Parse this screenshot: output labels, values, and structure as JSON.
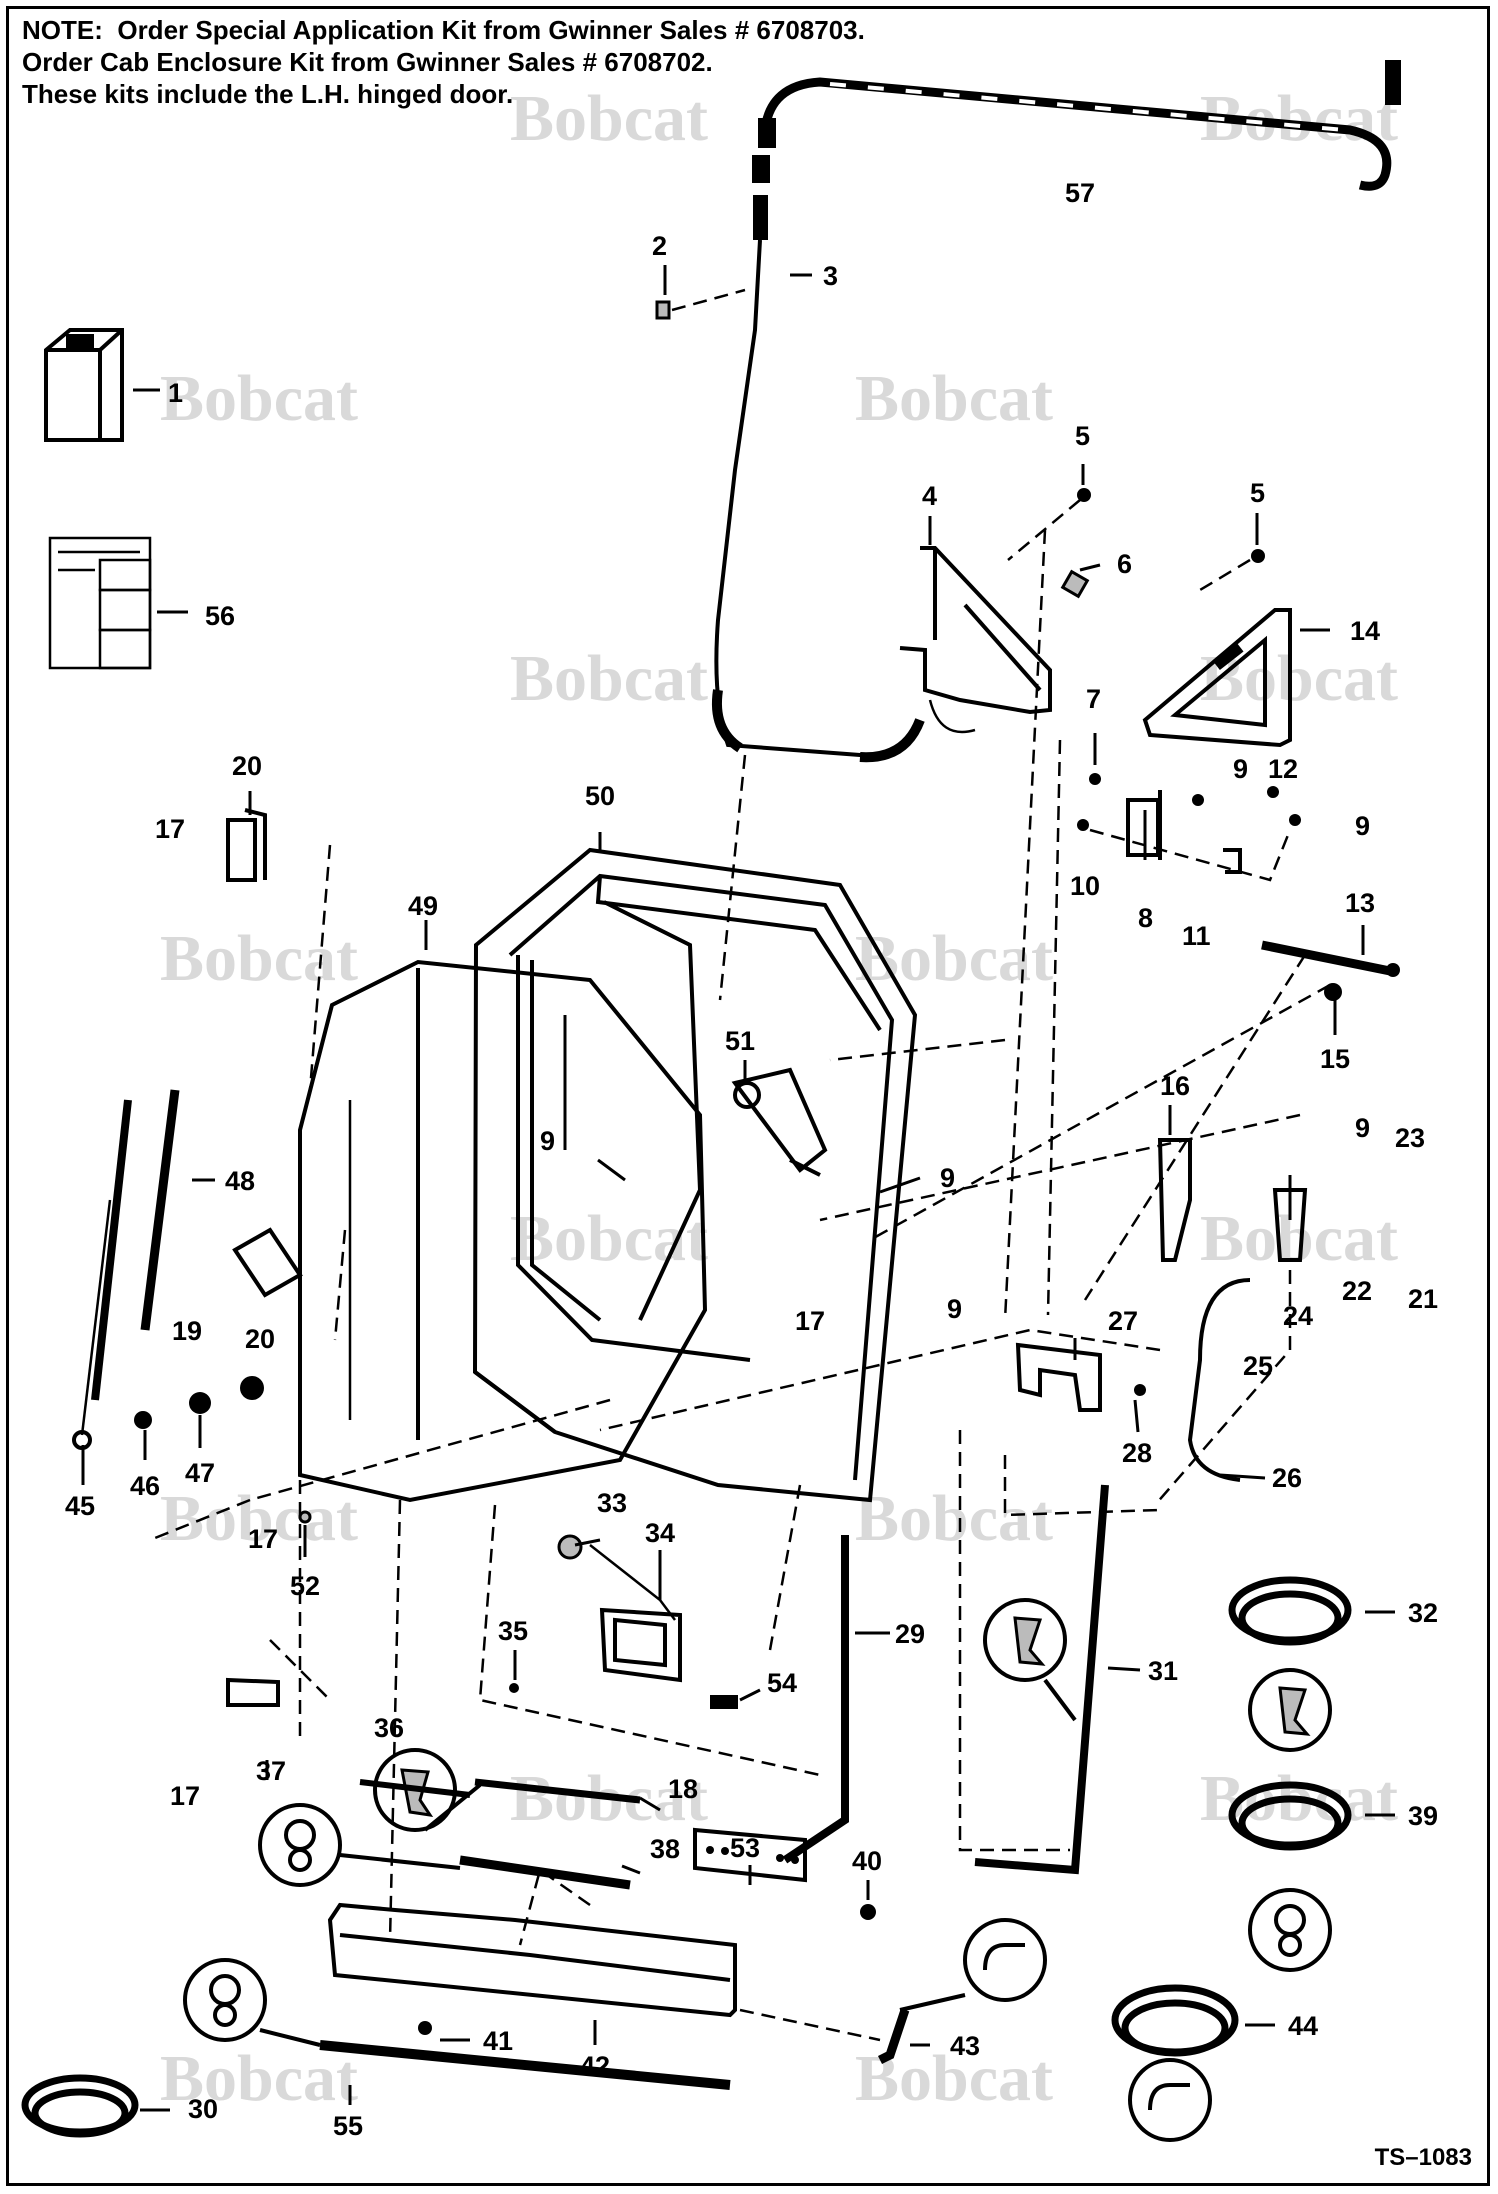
{
  "note": {
    "label": "NOTE:",
    "lines": [
      "Order Special Application Kit from Gwinner Sales # 6708703.",
      "Order Cab Enclosure Kit from Gwinner Sales # 6708702.",
      "These kits include the L.H. hinged door."
    ]
  },
  "watermark": "Bobcat",
  "drawing_code": "TS–1083",
  "callouts": [
    "1",
    "2",
    "3",
    "4",
    "5",
    "5",
    "6",
    "7",
    "8",
    "9",
    "9",
    "9",
    "9",
    "9",
    "9",
    "10",
    "11",
    "12",
    "13",
    "14",
    "15",
    "16",
    "17",
    "17",
    "17",
    "17",
    "18",
    "19",
    "20",
    "20",
    "21",
    "22",
    "23",
    "24",
    "25",
    "26",
    "27",
    "28",
    "29",
    "30",
    "31",
    "32",
    "33",
    "34",
    "35",
    "36",
    "37",
    "38",
    "39",
    "40",
    "41",
    "42",
    "43",
    "44",
    "45",
    "46",
    "47",
    "48",
    "49",
    "50",
    "51",
    "52",
    "53",
    "54",
    "55",
    "56",
    "57"
  ]
}
